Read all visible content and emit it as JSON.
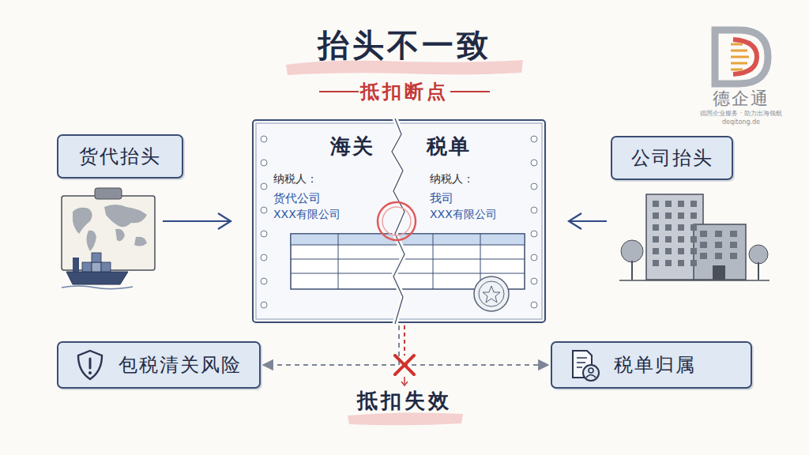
{
  "diagram": {
    "title": "抬头不一致",
    "nodes": [
      {
        "text": [
          "货代抬头"
        ]
      },
      {
        "text": [
          "公司抬头"
        ]
      },
      {
        "text": [
          "海关",
          "税单",
          "纳税人：",
          "货代公司",
          "XXX有限公司",
          "纳税人：",
          "我司",
          "XXX有限公司"
        ]
      },
      {
        "text": [
          "包税清关风险"
        ]
      },
      {
        "text": [
          "税单归属"
        ]
      }
    ],
    "edges": [
      {
        "from": 2,
        "to": 3,
        "arrow": "to"
      },
      {
        "from": 2,
        "to": 4,
        "arrow": "to"
      }
    ],
    "labels": [
      "抵扣断点",
      "抵扣失效",
      "德企通",
      "德国企业服务 · 助力出海领航",
      "deqitong.de"
    ]
  }
}
